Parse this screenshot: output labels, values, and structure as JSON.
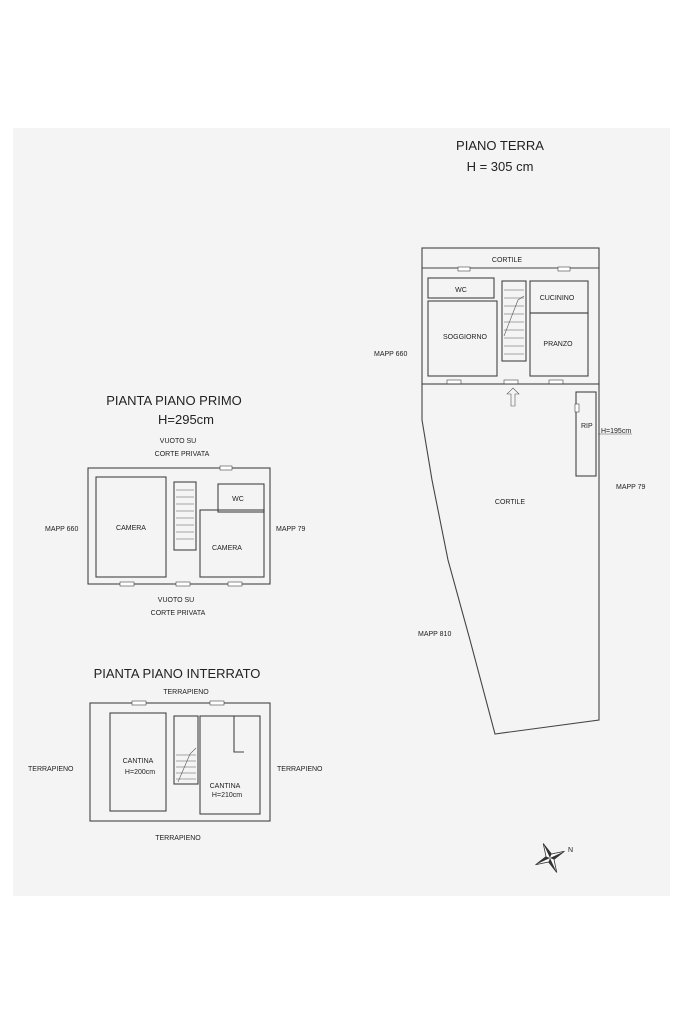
{
  "piano_terra": {
    "title": "PIANO TERRA",
    "height": "H = 305 cm",
    "rooms": {
      "cortile_top": "CORTILE",
      "wc": "WC",
      "cucinino": "CUCININO",
      "soggiorno": "SOGGIORNO",
      "pranzo": "PRANZO",
      "rip": "RIP",
      "rip_height": "H=195cm",
      "cortile": "CORTILE"
    },
    "boundaries": {
      "left": "MAPP 660",
      "right": "MAPP 79",
      "bottom": "MAPP 810"
    }
  },
  "piano_primo": {
    "title": "PIANTA PIANO PRIMO",
    "height": "H=295cm",
    "top_note_1": "VUOTO SU",
    "top_note_2": "CORTE PRIVATA",
    "bottom_note_1": "VUOTO SU",
    "bottom_note_2": "CORTE PRIVATA",
    "rooms": {
      "camera_left": "CAMERA",
      "wc": "WC",
      "camera_right": "CAMERA"
    },
    "boundaries": {
      "left": "MAPP 660",
      "right": "MAPP 79"
    }
  },
  "piano_interrato": {
    "title": "PIANTA PIANO INTERRATO",
    "top": "TERRAPIENO",
    "left": "TERRAPIENO",
    "right": "TERRAPIENO",
    "bottom": "TERRAPIENO",
    "rooms": {
      "cantina_left": "CANTINA",
      "cantina_left_height": "H=200cm",
      "cantina_right": "CANTINA",
      "cantina_right_height": "H=210cm"
    }
  },
  "compass": {
    "north_label": "N"
  }
}
